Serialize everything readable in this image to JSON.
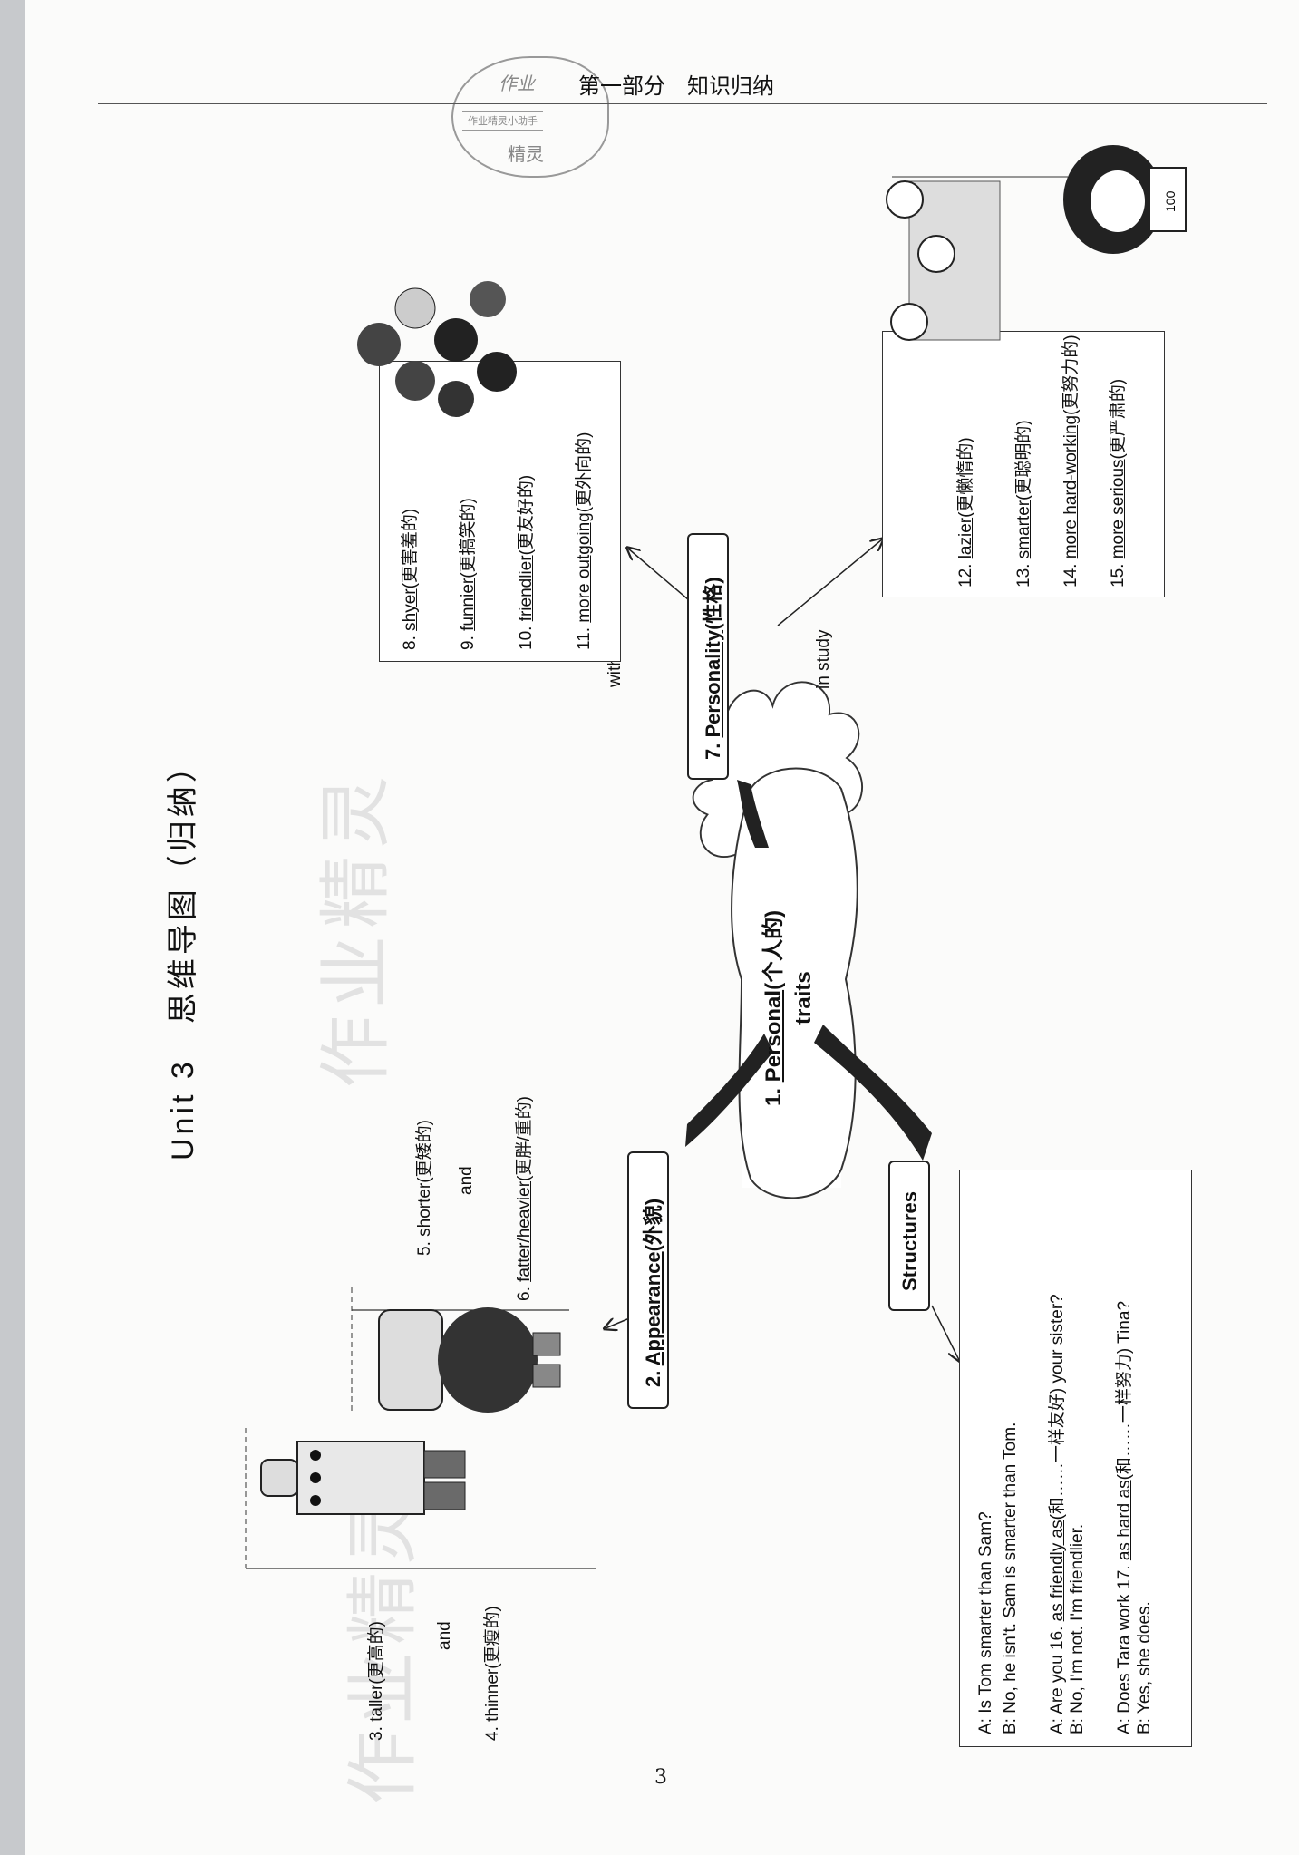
{
  "header": {
    "section": "第一部分　知识归纳"
  },
  "stamp": {
    "line1": "作业",
    "line2": "作业精灵小助手",
    "line3": "精灵"
  },
  "title": "Unit 3　思维导图（归纳）",
  "center": {
    "prefix": "1. ",
    "word": "Personal",
    "cn": "(个人的)",
    "line2": "traits"
  },
  "appearance": {
    "node": {
      "prefix": "2. ",
      "word": "Appearance",
      "cn": "(外貌)"
    },
    "left_items": [
      {
        "n": "3. ",
        "word": "taller",
        "cn": "(更高的)"
      },
      {
        "n": "4. ",
        "word": "thinner",
        "cn": "(更瘦的)"
      }
    ],
    "left_and": "and",
    "right_items": [
      {
        "n": "5. ",
        "word": "shorter",
        "cn": "(更矮的)"
      },
      {
        "n": "6. ",
        "word": "fatter/heavier",
        "cn": "(更胖/重的)"
      }
    ],
    "right_and": "and"
  },
  "personality": {
    "node": {
      "prefix": "7. ",
      "word": "Personality",
      "cn": "(性格)"
    },
    "friends_label": "with friends",
    "study_label": "in study",
    "friends_items": [
      {
        "n": "8. ",
        "word": "shyer",
        "cn": "(更害羞的)"
      },
      {
        "n": "9. ",
        "word": "funnier",
        "cn": "(更搞笑的)"
      },
      {
        "n": "10. ",
        "word": "friendlier",
        "cn": "(更友好的)"
      },
      {
        "n": "11. ",
        "word": "more outgoing",
        "cn": "(更外向的)"
      }
    ],
    "study_items": [
      {
        "n": "12. ",
        "word": "lazier",
        "cn": "(更懒惰的)"
      },
      {
        "n": "13. ",
        "word": "smarter",
        "cn": "(更聪明的)"
      },
      {
        "n": "14. ",
        "word": "more hard-working",
        "cn": "(更努力的)"
      },
      {
        "n": "15. ",
        "word": "more serious",
        "cn": "(更严肃的)"
      }
    ]
  },
  "structures": {
    "node": "Structures",
    "lines": [
      {
        "pre": "A: Is Tom smarter than Sam?",
        "ans": "",
        "post": ""
      },
      {
        "pre": "B: No, he isn't. Sam is smarter than Tom.",
        "ans": "",
        "post": ""
      },
      {
        "pre": "A: Are you 16. ",
        "ans": "as friendly as",
        "post": "(和……一样友好)  your sister?"
      },
      {
        "pre": "B: No, I'm not. I'm friendlier.",
        "ans": "",
        "post": ""
      },
      {
        "pre": "A: Does Tara work 17. ",
        "ans": "as hard as",
        "post": "(和……一样努力) Tina?"
      },
      {
        "pre": "B: Yes, she does.",
        "ans": "",
        "post": ""
      }
    ]
  },
  "badge": "100",
  "watermark": "作业精灵",
  "page_number": "3"
}
